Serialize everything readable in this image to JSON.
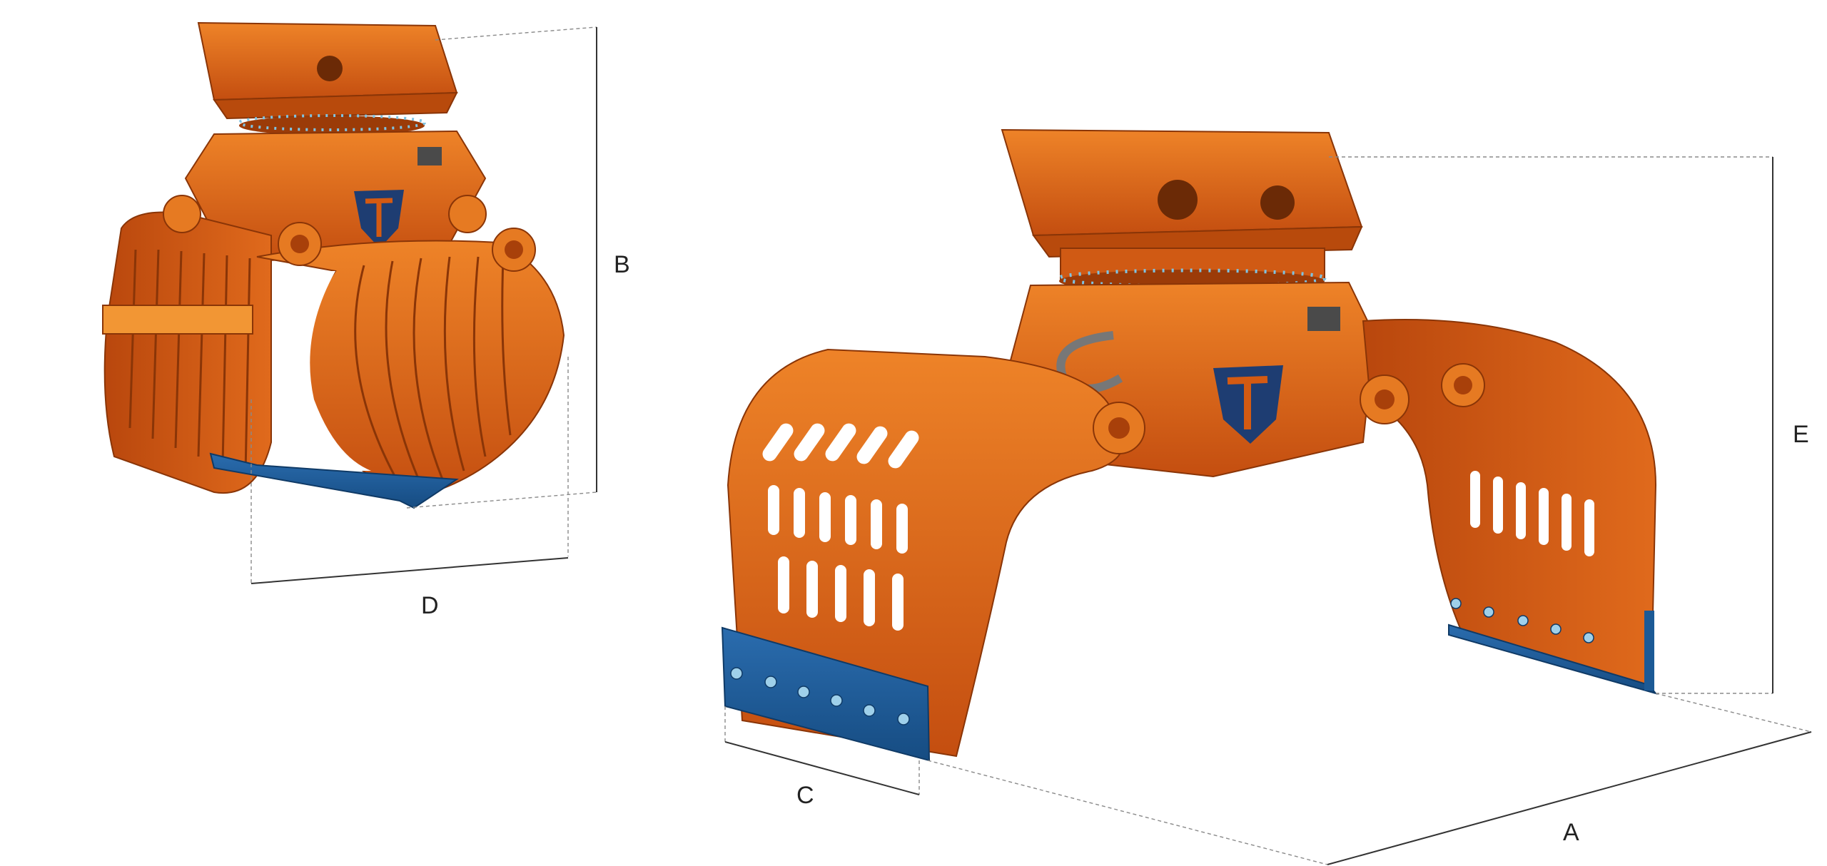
{
  "colors": {
    "body_orange": "#D45A12",
    "body_light": "#EE8328",
    "body_dark": "#A8400A",
    "blade_blue": "#1C5A96",
    "logo_blue": "#1E3D72",
    "background": "#FFFFFF"
  },
  "dimensions": {
    "a": "A",
    "b": "B",
    "c": "C",
    "d": "D",
    "e": "E"
  }
}
